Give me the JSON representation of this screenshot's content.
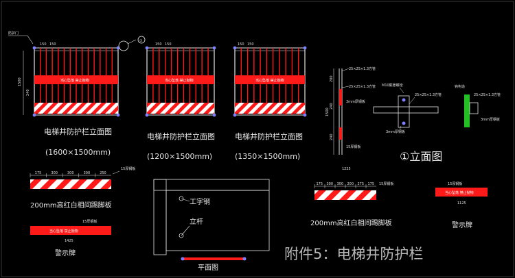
{
  "drawing": {
    "background": "#000000",
    "colors": {
      "red": "#ff1a1a",
      "line": "#e6e6e6",
      "post": "#8080ff",
      "green": "#22c022",
      "cyan": "#4fc3f7"
    },
    "labels": {
      "guard_door": "防护门",
      "dim_150": "150",
      "dim_1500": "1500",
      "dim_240": "240",
      "dim_200": "200",
      "circle_num": "①",
      "bolt": "M10膨胀螺栓",
      "tube": "25×25×1.3方管",
      "steel_plate": "3mm厚钢板",
      "steel_bar": "3mm厚钢板",
      "hook": "钩构造",
      "dim_1225": "1225",
      "dim_1425": "1425",
      "dim_1125": "1125",
      "i_beam": "工字钢",
      "vertical_pole": "立杆",
      "plan_view": "平面图",
      "tag_15": "15厚钢板",
      "front_elevation": "①立面图",
      "attachment_title": "附件5：电梯井防护栏",
      "warning_sign_text": "当心坠落  禁止抛物",
      "warning_sign_label": "警示牌",
      "toe_board_label": "200mm高红白相间踢脚板"
    },
    "panels": [
      {
        "title": "电梯井防护栏立面图",
        "size": "(1600×1500mm)"
      },
      {
        "title": "电梯井防护栏立面图",
        "size": "(1200×1500mm)"
      },
      {
        "title": "电梯井防护栏立面图",
        "size": "(1350×1500mm)"
      }
    ],
    "toe_board_dims_a": [
      "175",
      "300",
      "300",
      "300",
      "250"
    ],
    "toe_board_dims_b": [
      "175",
      "300",
      "300",
      "200",
      "275",
      "175"
    ]
  }
}
